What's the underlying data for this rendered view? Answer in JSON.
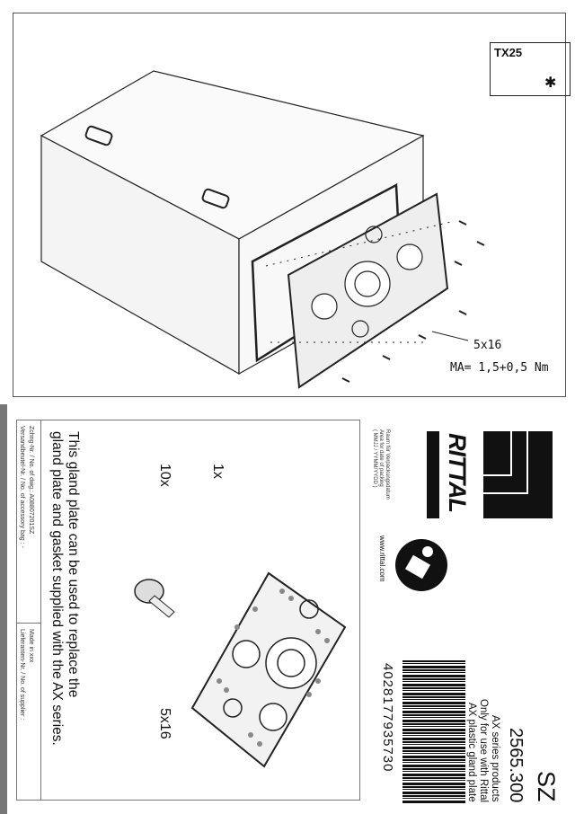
{
  "top": {
    "tool": "TX25",
    "screw_spec": "5x16",
    "torque": "MA= 1,5+0,5 Nm"
  },
  "label": {
    "main_text": [
      "This gland plate can be used to replace the",
      "gland plate and gasket supplied with the AX series."
    ],
    "screw_qty": "10x",
    "plate_qty": "1x",
    "screw_size": "5x16",
    "footer": {
      "drawing_no": "Zchng-Nr. / No. of dwg.: A08807201SZ",
      "bag_no": "Versandbeutel-Nr. / No. of accessory bag : -",
      "made_in": "Made in xxx",
      "supplier_no": "Lieferanten-Nr. / No. of supplier :"
    },
    "packing_area": [
      "Raum für Verpackungsdatum",
      "Area for date of packing",
      "( MMJJ / YYMM/YYDD )"
    ],
    "website": "www.rittal.com",
    "brand": "RITTAL",
    "product_code": "SZ",
    "article_no": "2565.300",
    "description": [
      "AX plastic gland plate",
      "Only for use with Rittal",
      "AX series products"
    ],
    "ean": "4028177935730"
  }
}
